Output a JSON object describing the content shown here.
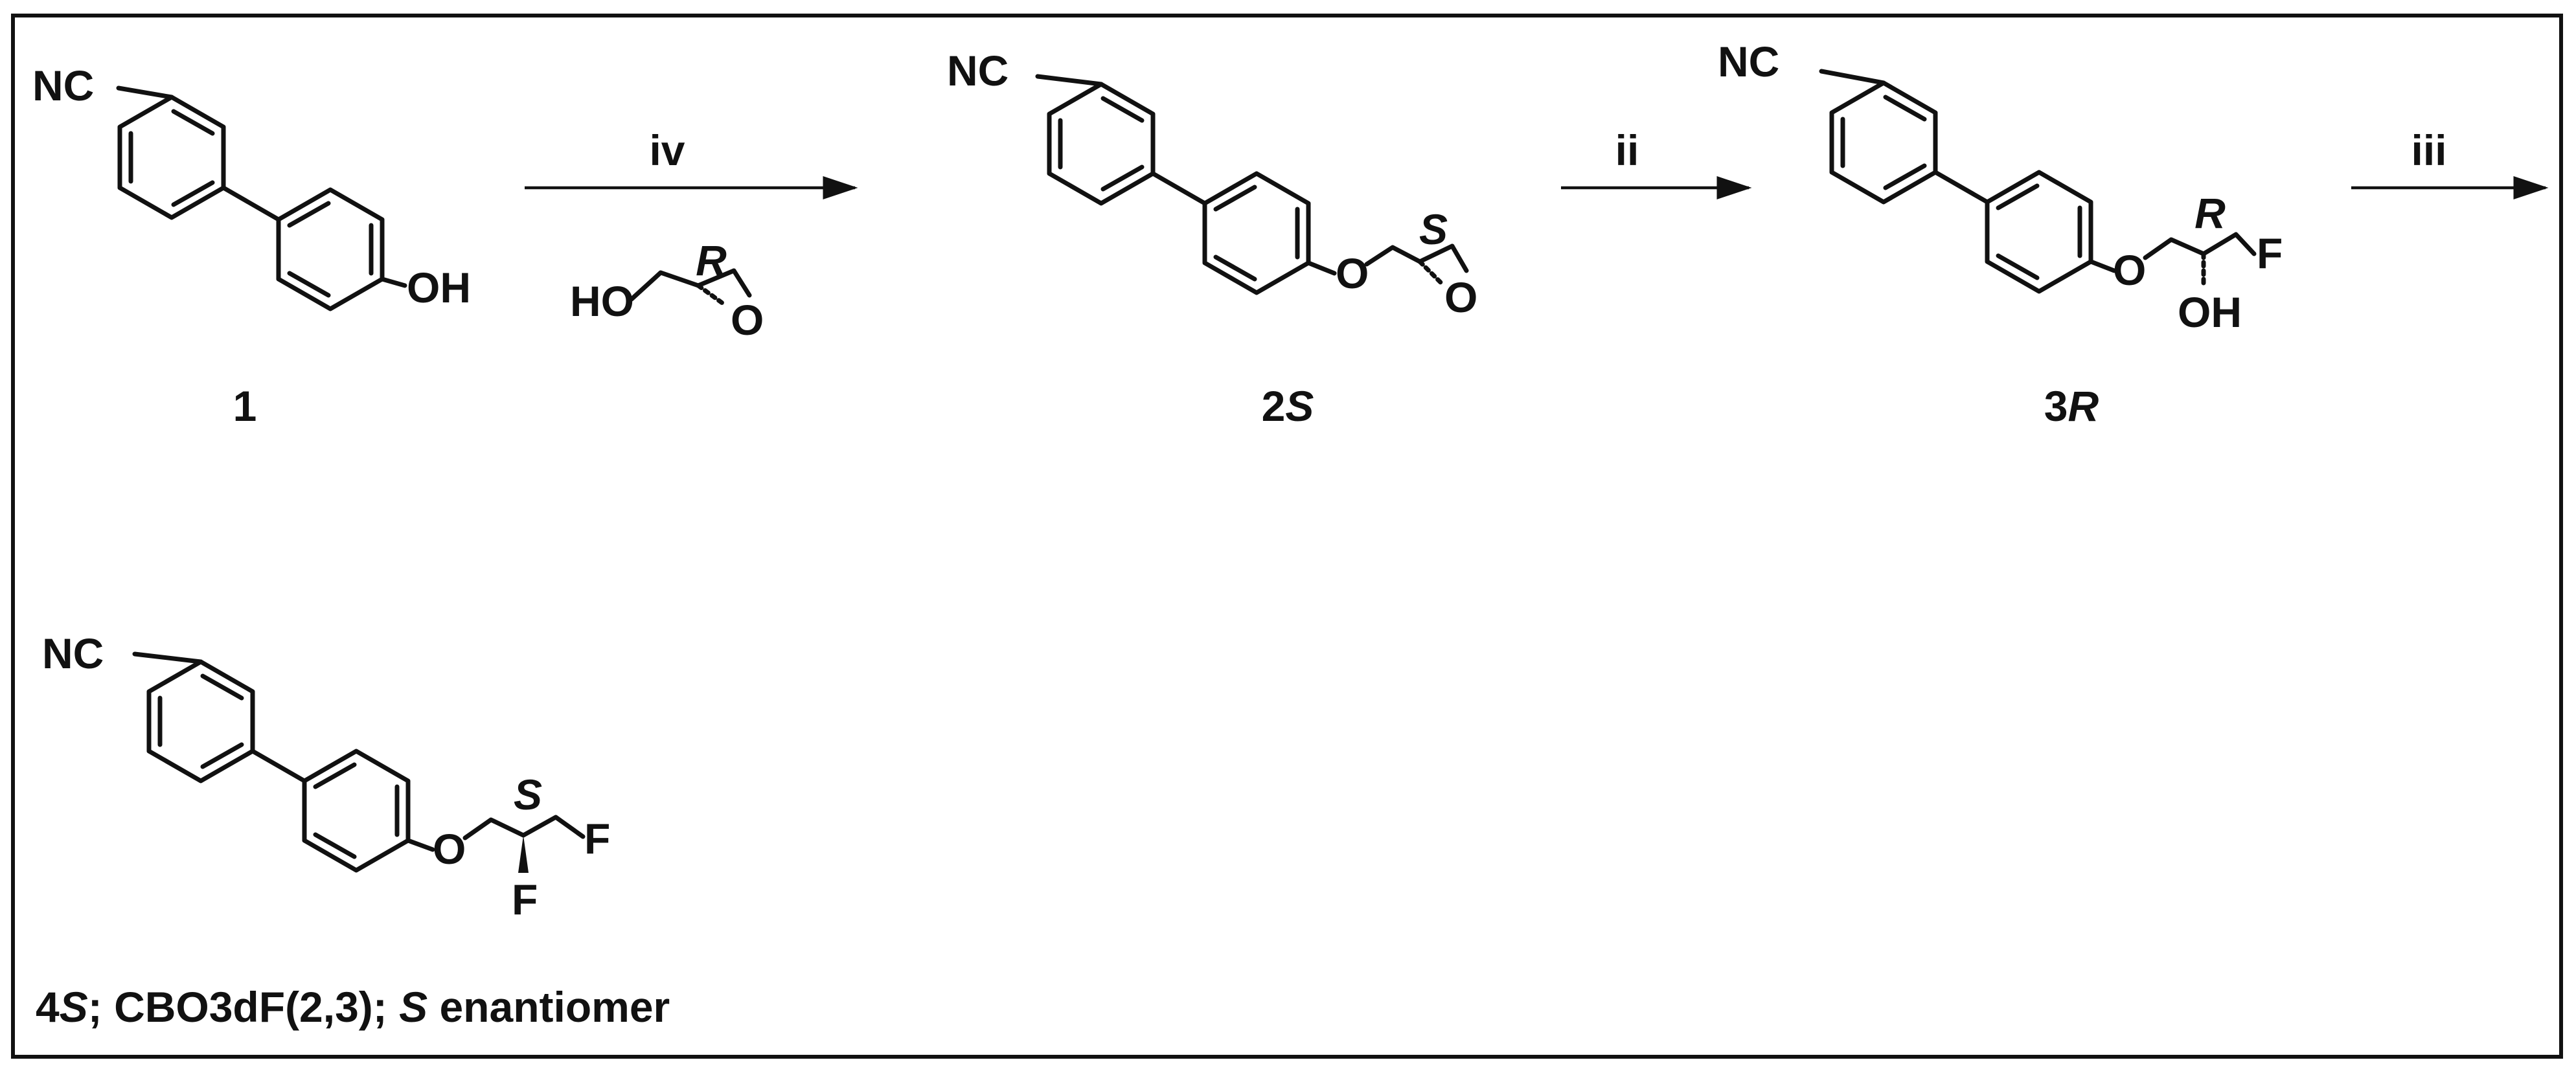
{
  "atoms": {
    "nc": "NC",
    "oh": "OH",
    "ho": "HO",
    "o": "O",
    "f": "F"
  },
  "stereo": {
    "glycidol": "R",
    "c2s": "S",
    "c3r": "R",
    "c4s": "S"
  },
  "reagents": {
    "step1": "iv",
    "step2": "ii",
    "step3": "iii"
  },
  "compounds": {
    "c1": "1",
    "c2_num": "2",
    "c2_letter": "S",
    "c3_num": "3",
    "c3_letter": "R"
  },
  "caption": {
    "num": "4",
    "letter": "S",
    "mid": "; CBO3dF(2,3); ",
    "italic_s": "S",
    "tail": " enantiomer"
  }
}
